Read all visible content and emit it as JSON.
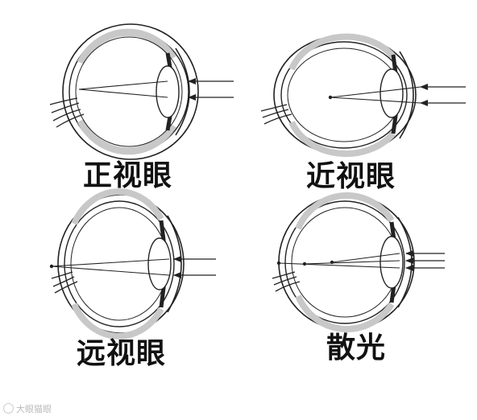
{
  "panels": [
    {
      "id": "normal",
      "label": "正视眼"
    },
    {
      "id": "myopia",
      "label": "近视眼"
    },
    {
      "id": "hyperopia",
      "label": "远视眼"
    },
    {
      "id": "astigmatism",
      "label": "散光"
    }
  ],
  "watermark": {
    "text": "大眼猫眼"
  },
  "colors": {
    "ink": "#222222",
    "gray": "#c8c8c8",
    "background": "#ffffff"
  }
}
